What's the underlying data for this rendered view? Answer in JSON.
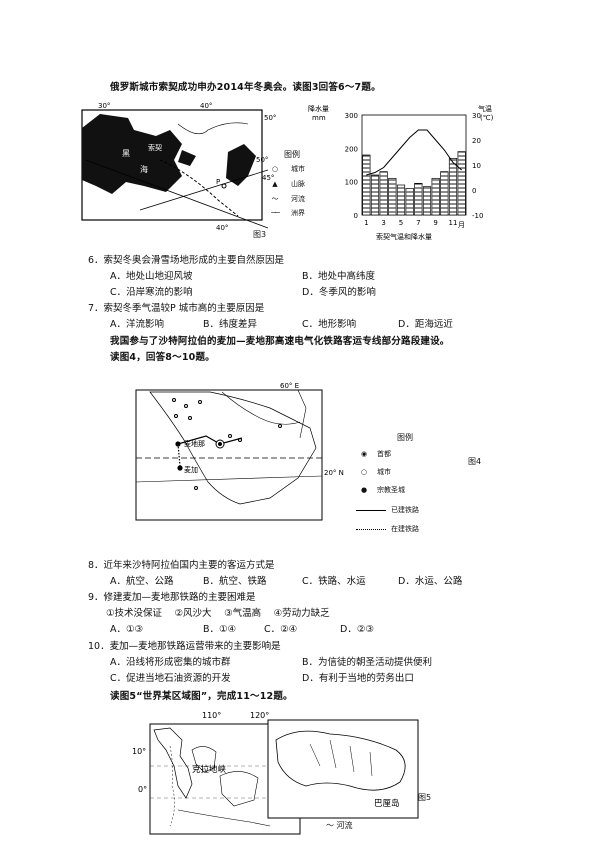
{
  "intro1": "俄罗斯城市索契成功申办2014年冬奥会。读图3回答6～7题。",
  "map3": {
    "lon_30": "30°",
    "lon_40": "40°",
    "lon_40b": "40°",
    "lat_50": "50°",
    "lat_50b": "50°",
    "lat_45": "45°",
    "label_sea_a": "黑",
    "label_sea_b": "海",
    "label_sochi": "索契",
    "label_p": "P",
    "legend_title": "图例",
    "legend_city": "城市",
    "legend_mountain": "山脉",
    "legend_river": "河流",
    "legend_border": "洲界",
    "fig": "图3"
  },
  "chart_data": {
    "type": "bar",
    "title": "索契气温和降水量",
    "y_left_label_a": "降水量",
    "y_left_label_b": "mm",
    "y_right_label_a": "气温",
    "y_right_label_b": "(℃)",
    "x_ticks": [
      "1",
      "3",
      "5",
      "7",
      "9",
      "11"
    ],
    "x_unit": "月",
    "y_left_ticks": [
      "300",
      "200",
      "100",
      "0"
    ],
    "y_right_ticks": [
      "30",
      "20",
      "10",
      "0",
      "-10"
    ],
    "ylim_precip": [
      0,
      300
    ],
    "ylim_temp": [
      -10,
      30
    ],
    "categories": [
      "1",
      "2",
      "3",
      "4",
      "5",
      "6",
      "7",
      "8",
      "9",
      "10",
      "11",
      "12"
    ],
    "series": [
      {
        "values": [
          180,
          120,
          130,
          110,
          90,
          80,
          95,
          85,
          110,
          130,
          170,
          190
        ]
      },
      {
        "values": [
          6,
          7,
          9,
          13,
          17,
          21,
          24,
          24,
          20,
          16,
          11,
          8
        ]
      }
    ]
  },
  "q6": {
    "stem": "6．索契冬奥会滑雪场地形成的主要自然原因是",
    "a": "A．地处山地迎风坡",
    "b": "B．地处中高纬度",
    "c": "C．沿岸寒流的影响",
    "d": "D．冬季风的影响"
  },
  "q7": {
    "stem": "7．索契冬季气温较P 城市高的主要原因是",
    "a": "A．洋流影响",
    "b": "B．纬度差异",
    "c": "C．地形影响",
    "d": "D．距海远近"
  },
  "intro2a": "我国参与了沙特阿拉伯的麦加—麦地那高速电气化铁路客运专线部分路段建设。",
  "intro2b": "读图4，回答8～10题。",
  "map4": {
    "lon_60e": "60° E",
    "lat_20n": "20° N",
    "label_medina": "麦地那",
    "label_mecca": "麦加",
    "legend_title": "图例",
    "legend_capital": "首都",
    "legend_city": "城市",
    "legend_holy": "宗教圣城",
    "legend_built": "已建铁路",
    "legend_building": "在建铁路",
    "fig": "图4"
  },
  "q8": {
    "stem": "8．近年来沙特阿拉伯国内主要的客运方式是",
    "a": "A．航空、公路",
    "b": "B．航空、铁路",
    "c": "C．铁路、水运",
    "d": "D．水运、公路"
  },
  "q9": {
    "stem": "9．修建麦加—麦地那铁路的主要困难是",
    "items": "①技术没保证　 ②风沙大　 ③气温高　 ④劳动力缺乏",
    "a": "A．①③",
    "b": "B．①④",
    "c": "C．②④",
    "d": "D．②③"
  },
  "q10": {
    "stem": "10．麦加—麦地那铁路运营带来的主要影响是",
    "a": "A．沿线将形成密集的城市群",
    "b": "B．为信徒的朝圣活动提供便利",
    "c": "C．促进当地石油资源的开发",
    "d": "D．有利于当地的劳务出口"
  },
  "intro3": "读图5“世界某区域图”，完成11～12题。",
  "map5": {
    "lon_110": "110°",
    "lon_120": "120°",
    "lat_10": "10°",
    "lat_0": "0°",
    "label_kra": "克拉地峡",
    "label_bali": "巴厘岛",
    "label_river": "河流",
    "fig": "图5"
  }
}
